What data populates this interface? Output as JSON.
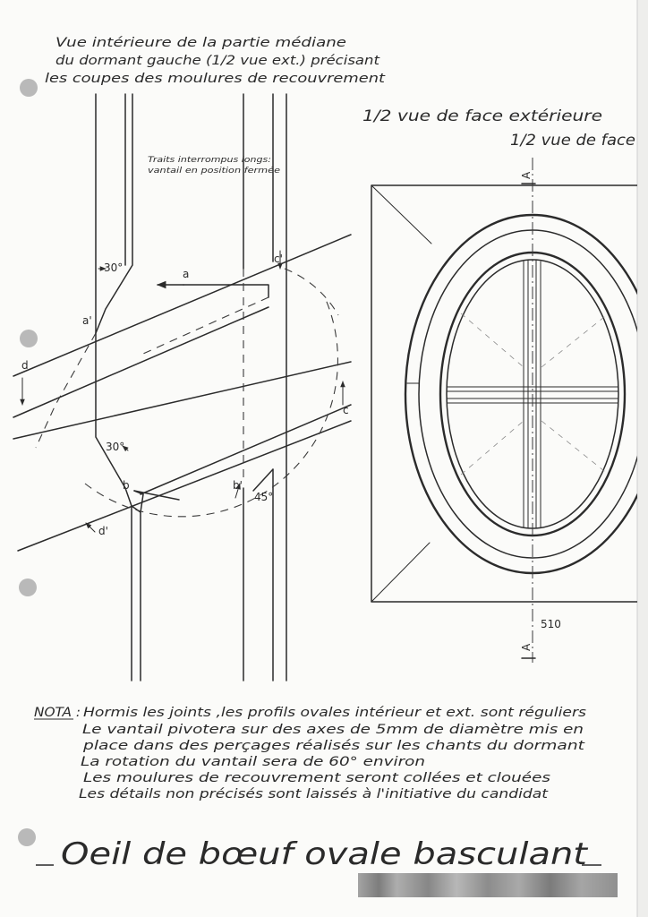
{
  "header": {
    "lines": [
      "Vue intérieure de la partie médiane",
      "du dormant gauche (1/2 vue ext.) précisant",
      "les coupes des moulures de recouvrement"
    ]
  },
  "right_view": {
    "title_exterior": "1/2 vue de face extérieure",
    "title_face": "1/2 vue de face"
  },
  "legend_note": {
    "lines": [
      "Traits interrompus longs:",
      "vantail en position fermée"
    ]
  },
  "section_labels": {
    "angle_top": "30°",
    "point_a": "a",
    "point_a_prime": "a'",
    "point_c_prime": "c'",
    "point_d": "d",
    "point_c": "c",
    "angle_bottom": "30°",
    "point_b": "b",
    "point_b_prime": "b'",
    "angle_45": "45°",
    "point_d_prime": "d'",
    "section_A_top": "A",
    "section_A_bottom": "A",
    "dimension": "510"
  },
  "nota": {
    "label": "NOTA :",
    "lines": [
      "Hormis les joints ,les profils ovales intérieur et ext. sont réguliers",
      "Le vantail pivotera sur des axes de 5mm de diamètre mis en",
      "place dans des perçages réalisés sur les chants du dormant",
      "La rotation du vantail sera de 60° environ",
      "Les moulures de recouvrement seront collées et clouées",
      "Les détails non précisés sont laissés à l'initiative du candidat"
    ]
  },
  "title": "Oeil de bœuf ovale basculant",
  "colors": {
    "ink": "#2b2b2b",
    "paper": "#fbfbf9",
    "punch_hole": "#b9b9b9",
    "scan_band": "#8c8c8c"
  }
}
